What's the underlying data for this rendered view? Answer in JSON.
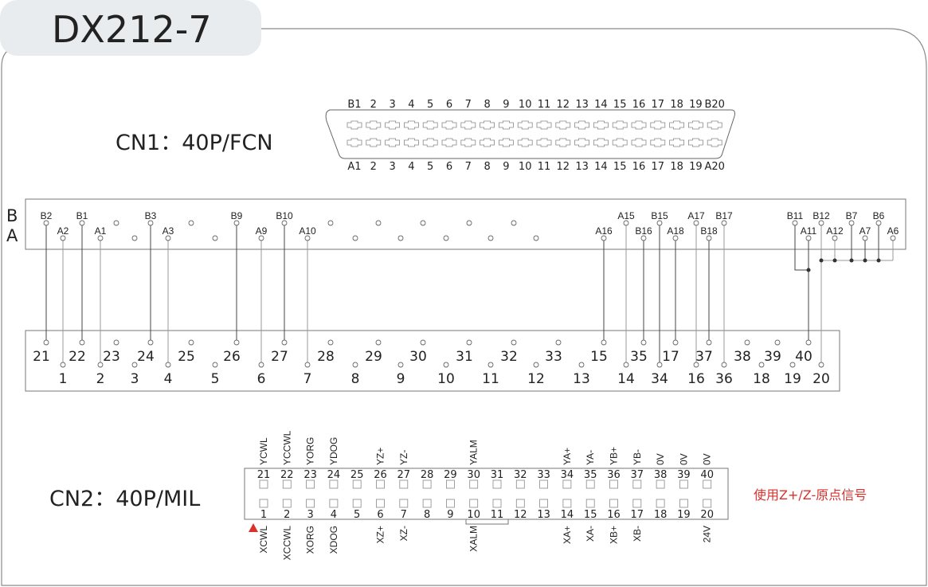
{
  "title": "DX212-7",
  "cn1": {
    "label": "CN1：40P/FCN",
    "top_labels": [
      "B1",
      "2",
      "3",
      "4",
      "5",
      "6",
      "7",
      "8",
      "9",
      "10",
      "11",
      "12",
      "13",
      "14",
      "15",
      "16",
      "17",
      "18",
      "19",
      "B20"
    ],
    "bottom_labels": [
      "A1",
      "2",
      "3",
      "4",
      "5",
      "6",
      "7",
      "8",
      "9",
      "10",
      "11",
      "12",
      "13",
      "14",
      "15",
      "16",
      "17",
      "18",
      "19",
      "A20"
    ]
  },
  "strip": {
    "row_b": "B",
    "row_a": "A",
    "pins": [
      "B2",
      "A2",
      "B1",
      "A1",
      "",
      "",
      "B3",
      "A3",
      "",
      "",
      "B9",
      "A9",
      "B10",
      "A10",
      "",
      "",
      "",
      "",
      "",
      "",
      "",
      "",
      "",
      "",
      "A16",
      "A15",
      "B16",
      "B15",
      "A18",
      "A17",
      "B18",
      "B17",
      "B11",
      "A11",
      "B12",
      "A12",
      "B7",
      "A7",
      "B6",
      "A6"
    ]
  },
  "block": {
    "upper": [
      "21",
      "22",
      "23",
      "24",
      "25",
      "26",
      "27",
      "28",
      "29",
      "30",
      "31",
      "32",
      "33",
      "15",
      "35",
      "17",
      "37",
      "38",
      "39",
      "40"
    ],
    "lower": [
      "1",
      "2",
      "3",
      "4",
      "5",
      "6",
      "7",
      "8",
      "9",
      "10",
      "11",
      "12",
      "13",
      "14",
      "34",
      "16",
      "36",
      "18",
      "19",
      "20"
    ]
  },
  "cn2": {
    "label": "CN2：40P/MIL",
    "upper_numbers": [
      "21",
      "22",
      "23",
      "24",
      "25",
      "26",
      "27",
      "28",
      "29",
      "30",
      "31",
      "32",
      "33",
      "34",
      "35",
      "36",
      "37",
      "38",
      "39",
      "40"
    ],
    "lower_numbers": [
      "1",
      "2",
      "3",
      "4",
      "5",
      "6",
      "7",
      "8",
      "9",
      "10",
      "11",
      "12",
      "13",
      "14",
      "15",
      "16",
      "17",
      "18",
      "19",
      "20"
    ],
    "upper_signals": [
      "YCWL",
      "YCCWL",
      "YORG",
      "YDOG",
      "",
      "YZ+",
      "YZ-",
      "",
      "",
      "YALM",
      "",
      "",
      "",
      "YA+",
      "YA-",
      "YB+",
      "YB-",
      "0V",
      "0V",
      "0V"
    ],
    "lower_signals": [
      "XCWL",
      "XCCWL",
      "XORG",
      "XDOG",
      "",
      "XZ+",
      "XZ-",
      "",
      "",
      "XALM",
      "",
      "",
      "",
      "XA+",
      "XA-",
      "XB+",
      "XB-",
      "",
      "",
      "24V"
    ],
    "note": "使用Z+/Z-原点信号",
    "note_color": "#d9322e",
    "pin1_marker_color": "#d9322e"
  }
}
